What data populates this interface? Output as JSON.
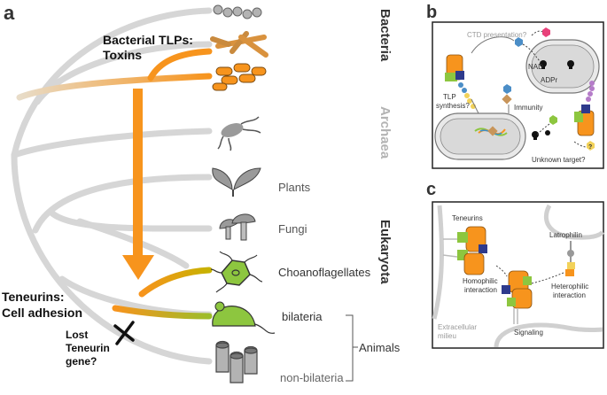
{
  "panels": {
    "a": "a",
    "b": "b",
    "c": "c"
  },
  "panel_a": {
    "bacterial_tlps_line1": "Bacterial TLPs:",
    "bacterial_tlps_line2": "Toxins",
    "teneurins_line1": "Teneurins:",
    "teneurins_line2": "Cell adhesion",
    "lost_line1": "Lost",
    "lost_line2": "Teneurin",
    "lost_line3": "gene?",
    "taxa": {
      "plants": "Plants",
      "fungi": "Fungi",
      "choanoflagellates": "Choanoflagellates",
      "bilateria": "bilateria",
      "non_bilateria": "non-bilateria",
      "animals": "Animals"
    },
    "domains": {
      "bacteria": "Bacteria",
      "archaea": "Archaea",
      "eukaryota": "Eukaryota"
    }
  },
  "panel_b": {
    "ctd_presentation": "CTD presentation?",
    "nad": "NAD",
    "adpr": "ADPr",
    "tlp_synthesis_line1": "TLP",
    "tlp_synthesis_line2": "synthesis?",
    "immunity": "Immunity",
    "unknown_target": "Unknown target?",
    "question_mark": "?"
  },
  "panel_c": {
    "teneurins": "Teneurins",
    "latrophilin": "Latrophilin",
    "homophilic_line1": "Homophilic",
    "homophilic_line2": "interaction",
    "heterophilic_line1": "Heterophilic",
    "heterophilic_line2": "interaction",
    "extracellular_line1": "Extracellular",
    "extracellular_line2": "milieu",
    "signaling": "Signaling"
  },
  "colors": {
    "tree_gray": "#d6d6d6",
    "orange": "#f7941d",
    "green": "#8dc63f",
    "organism_gray": "#9a9a9a",
    "archaea_text": "#b3b3b3"
  }
}
